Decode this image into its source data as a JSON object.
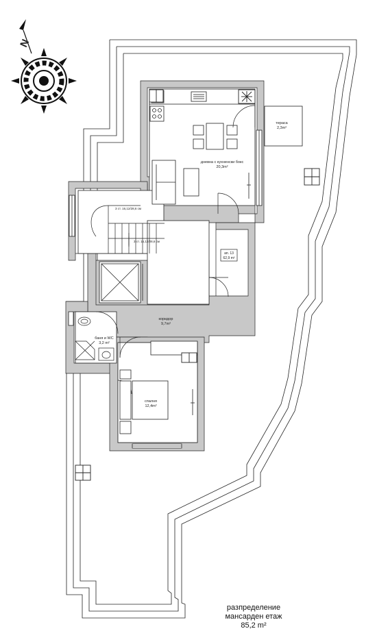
{
  "compass": {
    "north_letter": "N",
    "icon": "compass-rose-icon"
  },
  "rooms": {
    "living": {
      "name": "дневна с кухненски бокс",
      "area": "20,3m²"
    },
    "terrace": {
      "name": "тераса",
      "area": "2,3m²"
    },
    "stairs_upper": {
      "label": "3 ст. 16,12/28,6 см"
    },
    "stairs_lower": {
      "label": "3 ст. 16,12/28,6 см"
    },
    "apartment": {
      "name": "ап. 13",
      "area": "62,9 m²"
    },
    "corridor": {
      "name": "коридор",
      "area": "9,7m²"
    },
    "bathroom": {
      "name": "баня и WC",
      "area": "3,2 m²"
    },
    "bedroom": {
      "name": "спалня",
      "area": "12,4m²"
    }
  },
  "title": {
    "line1": "разпределение",
    "line2": "мансарден етаж",
    "line3": "85,2 m²"
  },
  "icons": {
    "vent": "ventilation-grid-icon",
    "fan": "fan-icon",
    "stove": "cooktop-icon",
    "sink": "sink-icon",
    "toilet": "toilet-icon",
    "shower": "shower-icon",
    "elevator": "elevator-shaft-icon"
  }
}
